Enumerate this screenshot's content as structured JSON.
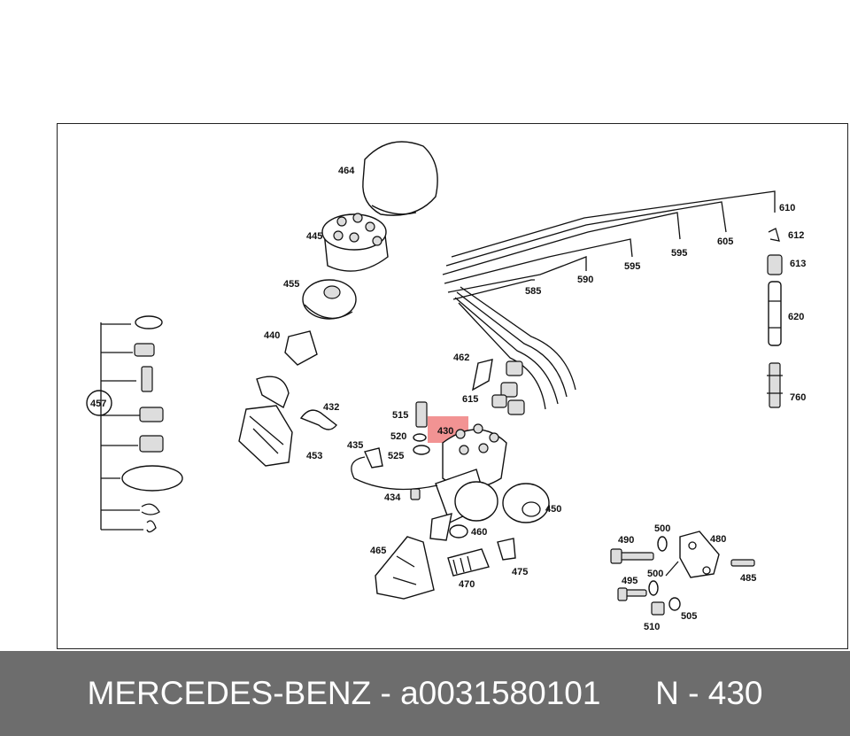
{
  "callouts": {
    "c464": "464",
    "c445": "445",
    "c455": "455",
    "c440": "440",
    "c432": "432",
    "c453": "453",
    "c457": "457",
    "c462": "462",
    "c615": "615",
    "c515": "515",
    "c520": "520",
    "c525": "525",
    "c430": "430",
    "c435": "435",
    "c434": "434",
    "c460": "460",
    "c450": "450",
    "c465": "465",
    "c470": "470",
    "c475": "475",
    "c585": "585",
    "c590": "590",
    "c595a": "595",
    "c595b": "595",
    "c605": "605",
    "c610": "610",
    "c612": "612",
    "c613": "613",
    "c620": "620",
    "c760": "760",
    "c490": "490",
    "c500a": "500",
    "c480": "480",
    "c500b": "500",
    "c495": "495",
    "c485": "485",
    "c505": "505",
    "c510": "510"
  },
  "highlight": {
    "part": "430",
    "color": "#f08080"
  },
  "footer": {
    "brand": "MERCEDES-BENZ",
    "separator": "-",
    "part_number": "a0031580101",
    "position": "N - 430"
  }
}
